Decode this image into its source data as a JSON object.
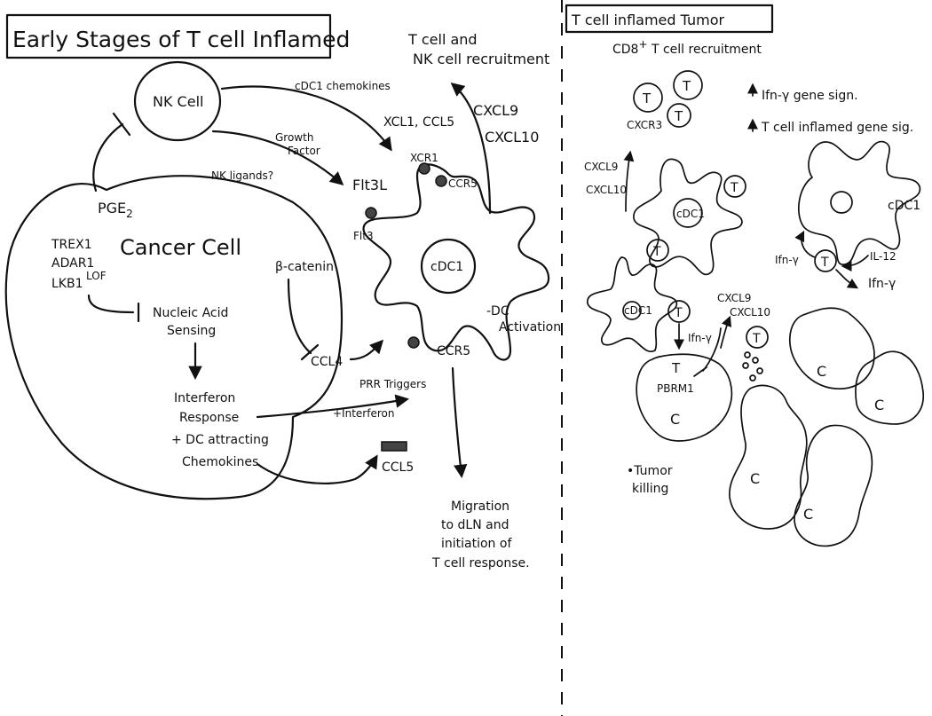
{
  "left_panel": {
    "title": "Early Stages of T cell Inflamed",
    "nk_cell": "NK Cell",
    "cdc1_chemokines": "cDC1 chemokines",
    "xcl1_ccl5": "XCL1, CCL5",
    "growth_factor_1": "Growth",
    "growth_factor_2": "Factor",
    "flt3l": "Flt3L",
    "nk_ligands": "NK ligands?",
    "pge2": "PGE",
    "pge2_sub": "2",
    "cancer_cell": "Cancer Cell",
    "trex1": "TREX1",
    "adar1": "ADAR1",
    "lkb1": "LKB1",
    "lof": "LOF",
    "nucleic_acid_1": "Nucleic Acid",
    "nucleic_acid_2": "Sensing",
    "interferon_1": "Interferon",
    "interferon_2": "Response",
    "dc_attracting_1": "+ DC attracting",
    "dc_attracting_2": "Chemokines",
    "beta_catenin": "β-catenin",
    "ccl4": "CCL4",
    "prr_triggers": "PRR Triggers",
    "plus_interferon": "+Interferon",
    "ccl5": "CCL5",
    "t_nk_recruit_1": "T cell and",
    "t_nk_recruit_2": "NK cell recruitment",
    "cxcl9": "CXCL9",
    "cxcl10": "CXCL10",
    "xcr1": "XCR1",
    "ccr5_top": "CCR5",
    "flt3": "Flt3",
    "cdc1": "cDC1",
    "dc_activation_1": "-DC",
    "dc_activation_2": "Activation",
    "ccr5_bottom": "CCR5",
    "migration_1": "Migration",
    "migration_2": "to dLN and",
    "migration_3": "initiation of",
    "migration_4": "T cell response."
  },
  "right_panel": {
    "title": "T cell inflamed Tumor",
    "cd8_pre": "CD8",
    "cd8_sup": "+",
    "cd8_post": " T cell recruitment",
    "t_label": "T",
    "cxcr3": "CXCR3",
    "ifn_gene_sig": "Ifn-γ gene sign.",
    "tcell_gene_sig": "T cell inflamed gene sig.",
    "cxcl9": "CXCL9",
    "cxcl10": "CXCL10",
    "cdc1_small": "cDC1",
    "cdc1_label": "cDC1",
    "ifn_y_small": "Ifn-γ",
    "il12": "IL-12",
    "ifn_y_big": "Ifn-γ",
    "cdc_small": "cDC1",
    "ifn_y_down": "Ifn-γ",
    "cxcl9_b": "CXCL9",
    "cxcl10_b": "CXCL10",
    "pbrm1": "PBRM1",
    "c_label": "C",
    "tumor_killing_1": "•Tumor",
    "tumor_killing_2": "killing"
  }
}
